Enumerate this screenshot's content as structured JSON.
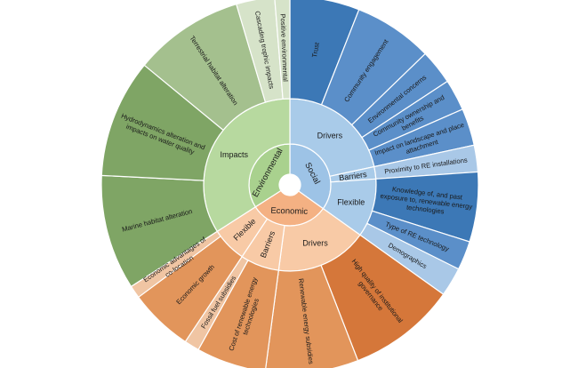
{
  "chart_data": {
    "type": "sunburst",
    "title": "",
    "colors": {
      "social_l1": "#9dc3e6",
      "social_l2": "#a9cbe9",
      "social_leaf_dark": "#3c78b6",
      "social_leaf_mid": "#5b8fc9",
      "social_leaf_light": "#a9c8e7",
      "env_l1": "#a9d18e",
      "env_l2": "#b7d99f",
      "env_leaf_dark": "#7fa565",
      "env_leaf_mid": "#a4c08e",
      "env_leaf_light": "#d6e3c9",
      "econ_l1": "#f4b183",
      "econ_l2": "#f8caa6",
      "econ_leaf_dark": "#d5773a",
      "econ_leaf_mid": "#e2955b",
      "econ_leaf_light": "#f0c5a3"
    },
    "hierarchy": [
      {
        "name": "Social",
        "color_key": "social_l1",
        "children": [
          {
            "name": "Drivers",
            "color_key": "social_l2",
            "children": [
              {
                "name": "Trust",
                "value": 60,
                "color_key": "social_leaf_dark"
              },
              {
                "name": "Community engagement",
                "value": 68,
                "color_key": "social_leaf_mid"
              },
              {
                "name": "Environmental concerns",
                "value": 30,
                "color_key": "social_leaf_mid"
              },
              {
                "name": "Community ownership and benefits",
                "value": 27,
                "color_key": "social_leaf_mid"
              },
              {
                "name": "Impact on landscape and place attachment",
                "value": 32,
                "color_key": "social_leaf_mid"
              }
            ]
          },
          {
            "name": "Barriers",
            "color_key": "social_l2",
            "children": [
              {
                "name": "Proximity to RE installations",
                "value": 23,
                "color_key": "social_leaf_light"
              }
            ]
          },
          {
            "name": "Flexible",
            "color_key": "social_l2",
            "children": [
              {
                "name": "Knowledge of, and past exposure to, renewable energy technologies",
                "value": 60,
                "color_key": "social_leaf_dark"
              },
              {
                "name": "Type of RE technology",
                "value": 25,
                "color_key": "social_leaf_mid"
              },
              {
                "name": "Demographics",
                "value": 25,
                "color_key": "social_leaf_light"
              }
            ]
          }
        ]
      },
      {
        "name": "Economic",
        "color_key": "econ_l1",
        "children": [
          {
            "name": "Drivers",
            "color_key": "econ_l2",
            "children": [
              {
                "name": "High quality of institutional governance",
                "value": 93,
                "color_key": "econ_leaf_dark"
              },
              {
                "name": "Renewable energy subsidies",
                "value": 80,
                "color_key": "econ_leaf_mid"
              }
            ]
          },
          {
            "name": "Barriers",
            "color_key": "econ_l2",
            "children": [
              {
                "name": "Cost of renewable energy technologies",
                "value": 60,
                "color_key": "econ_leaf_mid"
              },
              {
                "name": "Fossil fuel subsidies",
                "value": 13,
                "color_key": "econ_leaf_light"
              }
            ]
          },
          {
            "name": "Flexible",
            "color_key": "econ_l2",
            "children": [
              {
                "name": "Economic growth",
                "value": 55,
                "color_key": "econ_leaf_mid"
              },
              {
                "name": "Economic advantages of co-location",
                "value": 11,
                "color_key": "econ_leaf_light"
              }
            ]
          }
        ]
      },
      {
        "name": "Environmental",
        "color_key": "env_l1",
        "children": [
          {
            "name": "Impacts",
            "color_key": "env_l2",
            "children": [
              {
                "name": "Marine habitat alteration",
                "value": 99,
                "color_key": "env_leaf_dark"
              },
              {
                "name": "Hydrodynamics alteration and impacts on water quality",
                "value": 102,
                "color_key": "env_leaf_dark"
              },
              {
                "name": "Terrestrial habitat alteration",
                "value": 95,
                "color_key": "env_leaf_mid"
              },
              {
                "name": "Cascading trophic impacts",
                "value": 33,
                "color_key": "env_leaf_light"
              },
              {
                "name": "Positive environmental",
                "value": 13,
                "color_key": "env_leaf_light"
              }
            ]
          }
        ]
      }
    ]
  }
}
